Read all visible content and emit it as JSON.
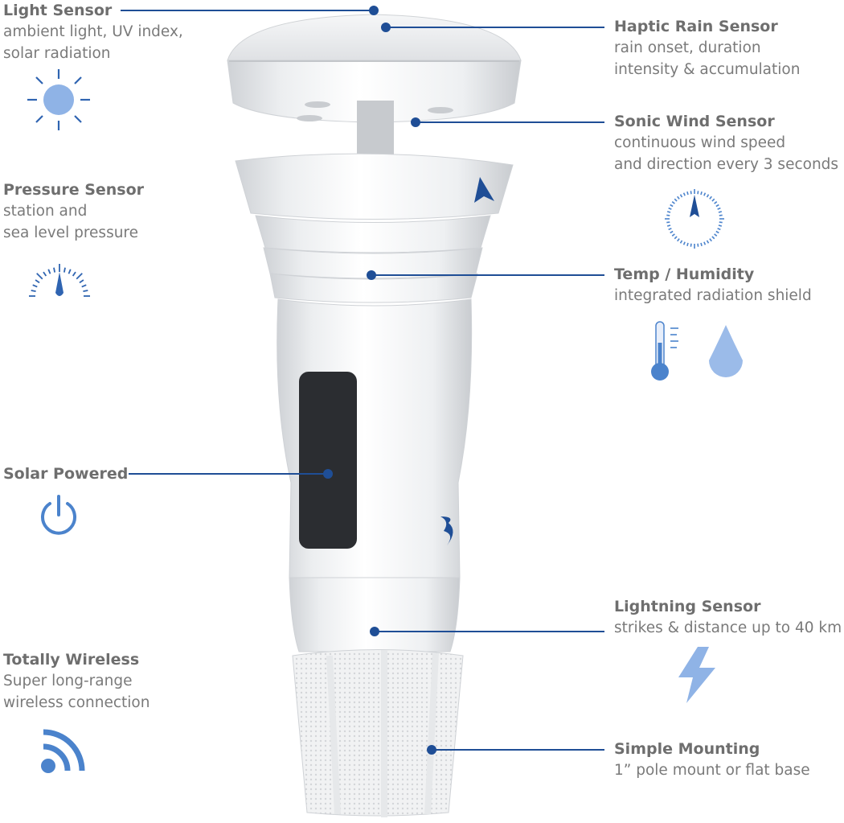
{
  "colors": {
    "accent_dark": "#1f4e96",
    "accent_light": "#7fa6de",
    "accent_mid": "#4b83cc",
    "text_title": "#6e6e6e",
    "text_body": "#7a7a7a"
  },
  "device": {
    "name": "weather station"
  },
  "callouts": {
    "light": {
      "title": "Light Sensor",
      "desc": "ambient light, UV index,\nsolar radiation",
      "icon": "sun-icon"
    },
    "pressure": {
      "title": "Pressure Sensor",
      "desc": "station and\nsea level pressure",
      "icon": "gauge-icon"
    },
    "solar": {
      "title": "Solar Powered",
      "desc": "",
      "icon": "power-icon"
    },
    "wireless": {
      "title": "Totally Wireless",
      "desc": "Super long-range\nwireless connection",
      "icon": "wifi-icon"
    },
    "rain": {
      "title": "Haptic Rain Sensor",
      "desc": "rain onset, duration\nintensity & accumulation",
      "icon": ""
    },
    "wind": {
      "title": "Sonic Wind Sensor",
      "desc": "continuous wind speed\nand direction every 3 seconds",
      "icon": "compass-icon"
    },
    "temp": {
      "title": "Temp / Humidity",
      "desc": "integrated radiation shield",
      "icon": "thermometer-icon"
    },
    "lightning": {
      "title": "Lightning Sensor",
      "desc": "strikes & distance up to 40 km",
      "icon": "lightning-icon"
    },
    "mount": {
      "title": "Simple Mounting",
      "desc": "1” pole mount or flat base",
      "icon": ""
    }
  }
}
